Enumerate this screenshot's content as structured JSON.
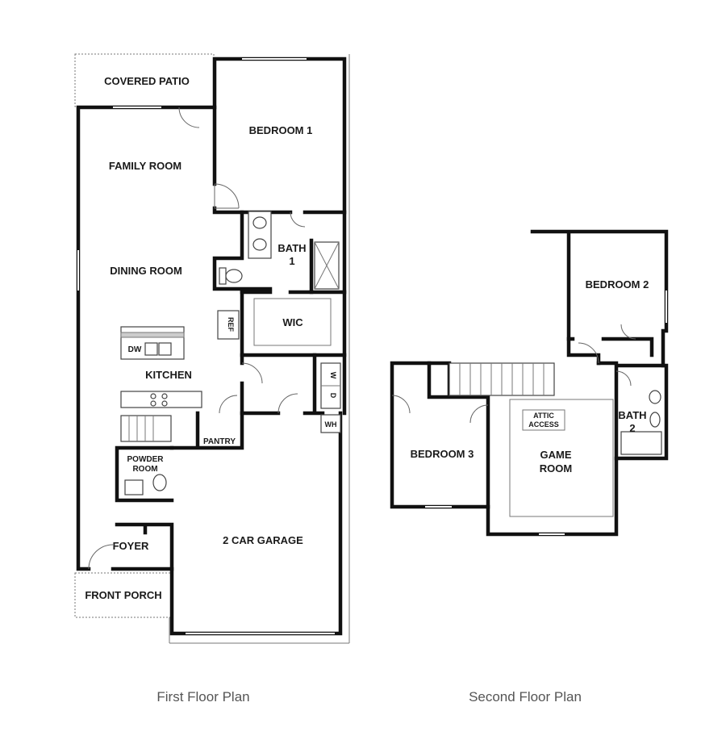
{
  "first_floor": {
    "caption": "First Floor Plan",
    "rooms": {
      "covered_patio": "COVERED PATIO",
      "bedroom_1": "BEDROOM 1",
      "family_room": "FAMILY ROOM",
      "bath_1_line1": "BATH",
      "bath_1_line2": "1",
      "dining_room": "DINING ROOM",
      "wic": "WIC",
      "ref": "REF",
      "dw": "DW",
      "kitchen": "KITCHEN",
      "w": "W",
      "d": "D",
      "wh": "WH",
      "pantry": "PANTRY",
      "powder_line1": "POWDER",
      "powder_line2": "ROOM",
      "foyer": "FOYER",
      "garage": "2 CAR GARAGE",
      "front_porch": "FRONT PORCH"
    }
  },
  "second_floor": {
    "caption": "Second Floor Plan",
    "rooms": {
      "bedroom_2": "BEDROOM 2",
      "bath_2_line1": "BATH",
      "bath_2_line2": "2",
      "attic_line1": "ATTIC",
      "attic_line2": "ACCESS",
      "game_line1": "GAME",
      "game_line2": "ROOM",
      "bedroom_3": "BEDROOM 3"
    }
  }
}
